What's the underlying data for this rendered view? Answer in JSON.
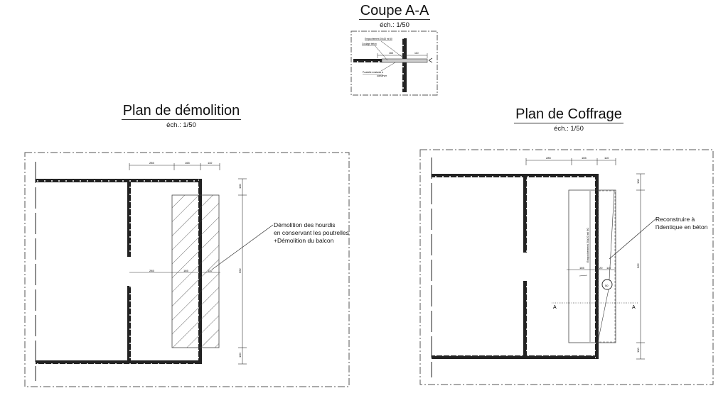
{
  "section": {
    "title": "Coupe A-A",
    "scale": "éch.: 1/50",
    "labels": {
      "recess": "Empochement 20x20 ml 60",
      "pour": "Coulage béton",
      "joist": "Poutrelle existante à",
      "joist2": "conserver"
    },
    "dims": [
      "165",
      "110"
    ]
  },
  "demolition": {
    "title": "Plan de démolition",
    "scale": "éch.: 1/50",
    "note": [
      "Démolition des hourdis",
      "en conservant les poutrelles",
      "+Démolition du balcon"
    ],
    "dims_top": [
      "285",
      "165",
      "110"
    ],
    "dims_mid": [
      "285",
      "165",
      "110"
    ],
    "dims_right": [
      "100",
      "562",
      "100"
    ]
  },
  "formwork": {
    "title": "Plan de Coffrage",
    "scale": "éch.: 1/50",
    "note": [
      "Reconstruire à",
      "l'identique en béton"
    ],
    "dims_top": [
      "285",
      "165",
      "110"
    ],
    "dims_mid": [
      "165",
      "20",
      "110"
    ],
    "dims_right": [
      "100",
      "562",
      "100"
    ],
    "recess_label": "Empochement 20x20 ml 60",
    "section_marker": "A",
    "bubble_label": "50"
  }
}
